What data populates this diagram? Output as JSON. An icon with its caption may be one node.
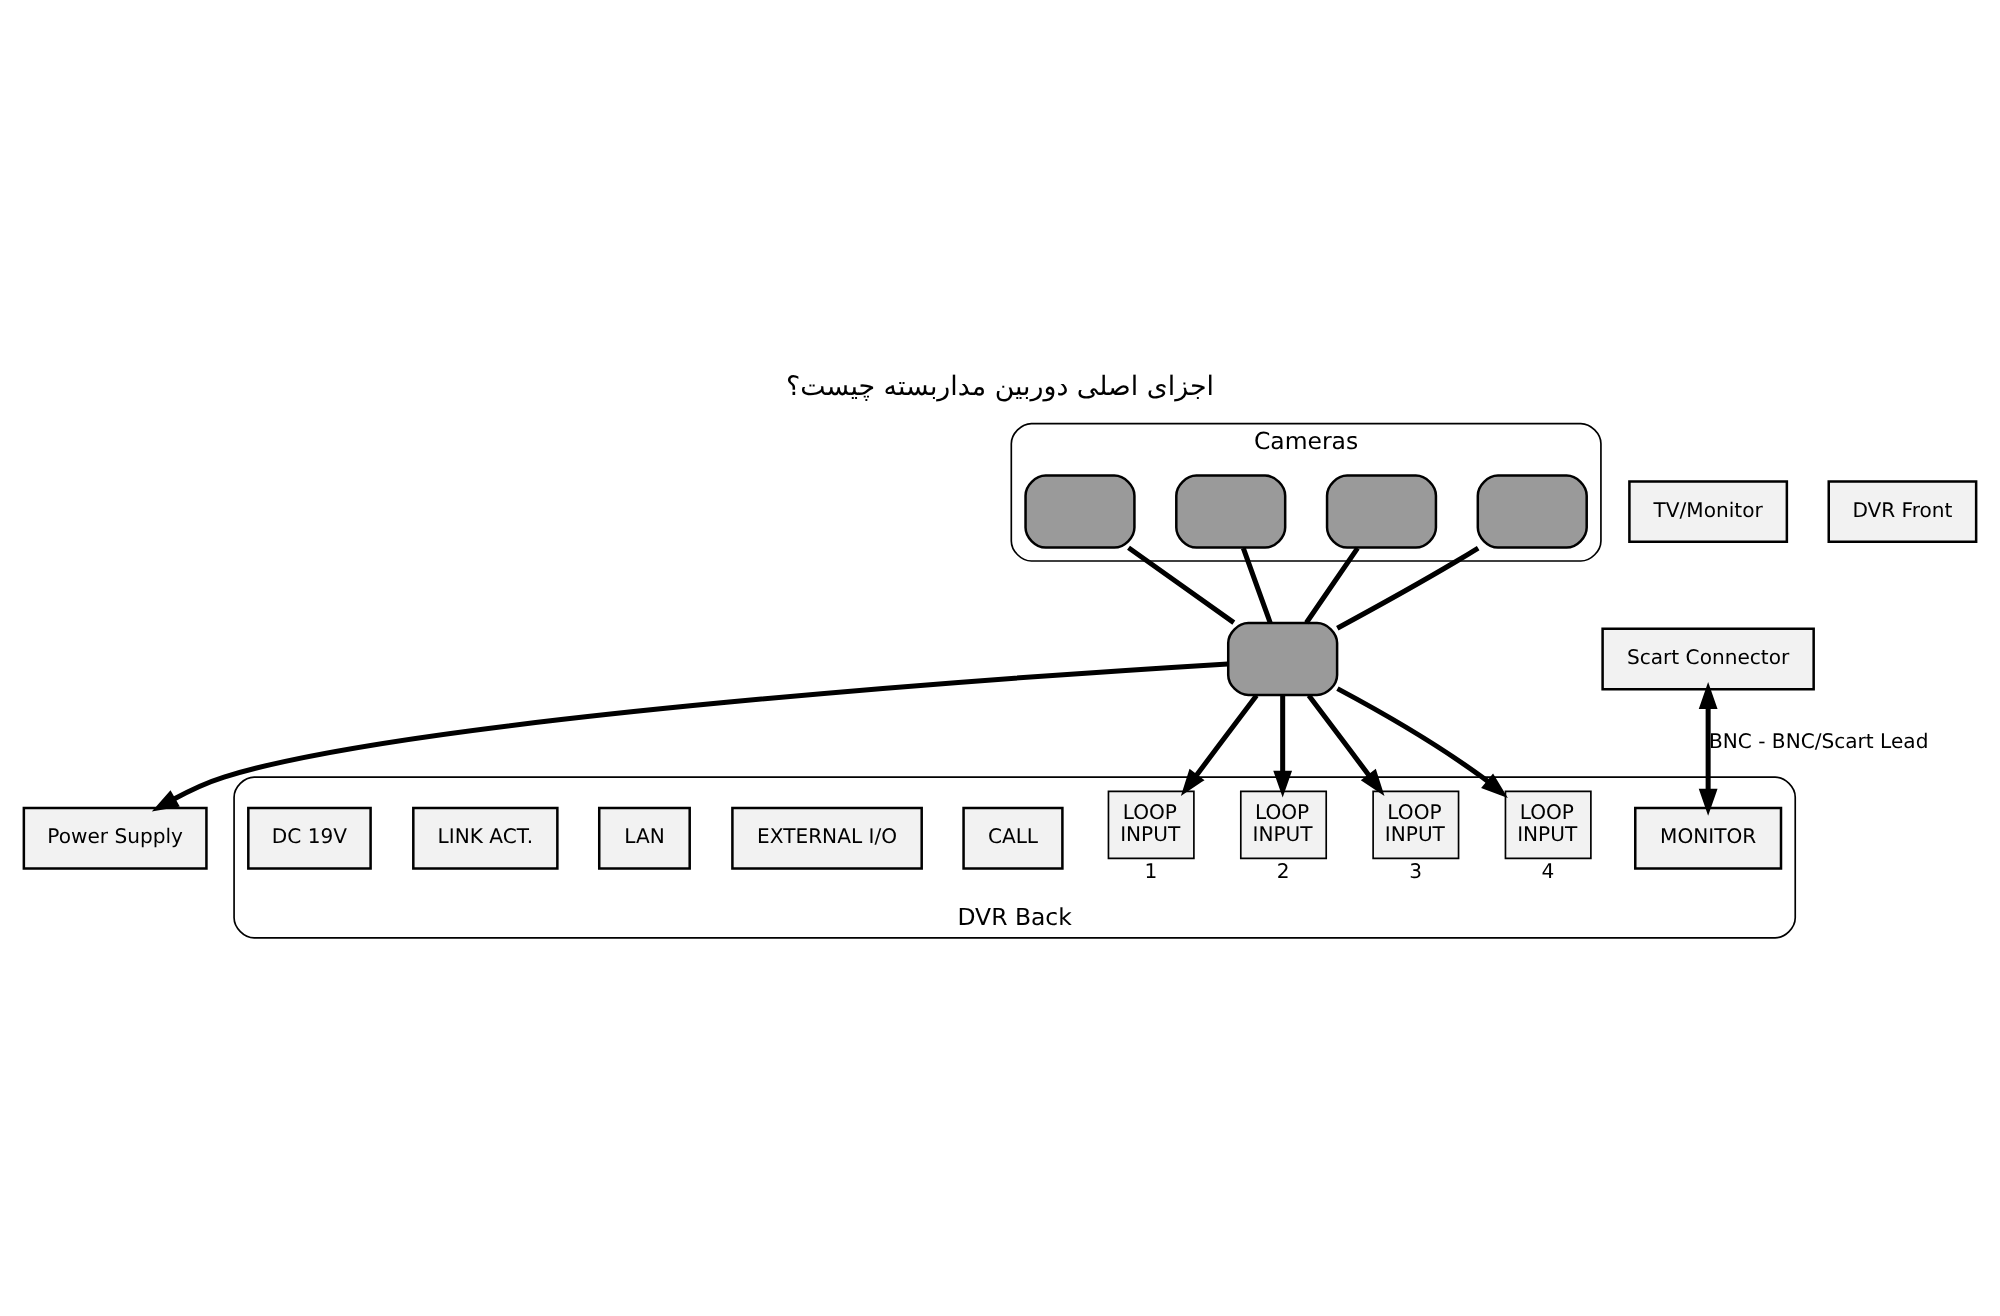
{
  "diagram": {
    "title": "اجزای اصلی دوربین مداربسته چیست؟",
    "nodes": [
      {
        "text": [
          "Cameras"
        ]
      },
      {
        "text": [],
        "shape": "box",
        "in": 0
      },
      {
        "text": [],
        "shape": "box",
        "in": 0
      },
      {
        "text": [],
        "shape": "box",
        "in": 0
      },
      {
        "text": [],
        "shape": "box",
        "in": 0
      },
      {
        "text": [],
        "shape": "box"
      },
      {
        "text": [
          "Power Supply"
        ]
      },
      {
        "text": [
          "Scart Connector"
        ]
      },
      {
        "text": [
          "TV/Monitor"
        ]
      },
      {
        "text": [
          "DVR Front"
        ]
      },
      {
        "text": [
          "DVR Back"
        ]
      },
      {
        "text": [
          "LOOP",
          "INPUT"
        ],
        "beside": [
          "1"
        ],
        "in": 10
      },
      {
        "text": [
          "LOOP",
          "INPUT"
        ],
        "beside": [
          "2"
        ],
        "in": 10
      },
      {
        "text": [
          "LOOP",
          "INPUT"
        ],
        "beside": [
          "3"
        ],
        "in": 10
      },
      {
        "text": [
          "LOOP",
          "INPUT"
        ],
        "beside": [
          "4"
        ],
        "in": 10
      },
      {
        "text": [
          "MONITOR"
        ],
        "in": 10
      },
      {
        "text": [
          "CALL"
        ],
        "in": 10
      },
      {
        "text": [
          "EXTERNAL I/O"
        ],
        "in": 10
      },
      {
        "text": [
          "LAN"
        ],
        "in": 10
      },
      {
        "text": [
          "LINK ACT."
        ],
        "in": 10
      },
      {
        "text": [
          "DC 19V"
        ],
        "in": 10
      }
    ],
    "edges": [
      {
        "from": 1,
        "to": 5,
        "arrow": "none"
      },
      {
        "from": 2,
        "to": 5,
        "arrow": "none"
      },
      {
        "from": 3,
        "to": 5,
        "arrow": "none"
      },
      {
        "from": 4,
        "to": 5,
        "arrow": "none"
      },
      {
        "from": 5,
        "to": 6,
        "arrow": "to"
      },
      {
        "from": 5,
        "to": 11,
        "arrow": "to"
      },
      {
        "from": 5,
        "to": 12,
        "arrow": "to"
      },
      {
        "from": 5,
        "to": 13,
        "arrow": "to"
      },
      {
        "from": 5,
        "to": 14,
        "arrow": "to"
      },
      {
        "from": 7,
        "to": 15,
        "arrow": "both",
        "label": "BNC - BNC/Scart Lead"
      }
    ]
  }
}
